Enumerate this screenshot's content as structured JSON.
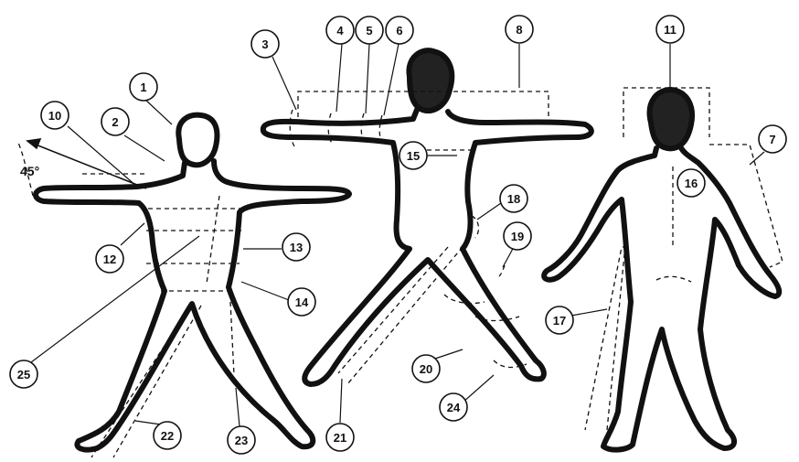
{
  "figure": {
    "angle_label": "45°",
    "callouts": [
      {
        "id": "c1",
        "text": "1"
      },
      {
        "id": "c2",
        "text": "2"
      },
      {
        "id": "c3",
        "text": "3"
      },
      {
        "id": "c4",
        "text": "4"
      },
      {
        "id": "c5",
        "text": "5"
      },
      {
        "id": "c6",
        "text": "6"
      },
      {
        "id": "c7",
        "text": "7"
      },
      {
        "id": "c8",
        "text": "8"
      },
      {
        "id": "c10",
        "text": "10"
      },
      {
        "id": "c11",
        "text": "11"
      },
      {
        "id": "c12",
        "text": "12"
      },
      {
        "id": "c13",
        "text": "13"
      },
      {
        "id": "c14",
        "text": "14"
      },
      {
        "id": "c15",
        "text": "15"
      },
      {
        "id": "c16",
        "text": "16"
      },
      {
        "id": "c17",
        "text": "17"
      },
      {
        "id": "c18",
        "text": "18"
      },
      {
        "id": "c19",
        "text": "19"
      },
      {
        "id": "c20",
        "text": "20"
      },
      {
        "id": "c21",
        "text": "21"
      },
      {
        "id": "c22",
        "text": "22"
      },
      {
        "id": "c23",
        "text": "23"
      },
      {
        "id": "c24",
        "text": "24"
      },
      {
        "id": "c25",
        "text": "25"
      }
    ]
  }
}
